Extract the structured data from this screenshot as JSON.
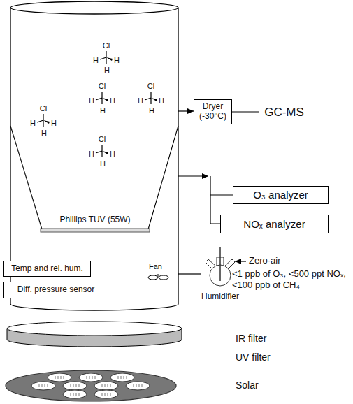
{
  "diagram": {
    "nodes": [
      {
        "text": [
          "Dryer (-30°C)"
        ]
      },
      {
        "text": [
          "GC-MS"
        ]
      },
      {
        "text": [
          "O₃ analyzer"
        ]
      },
      {
        "text": [
          "NOₓ analyzer"
        ]
      },
      {
        "text": [
          "Humidifier"
        ]
      },
      {
        "text": [
          "Temp and rel. hum."
        ]
      },
      {
        "text": [
          "Diff. pressure sensor"
        ]
      }
    ],
    "edges": [
      {
        "from": 0,
        "to": 1,
        "arrow": "none"
      }
    ],
    "labels": [
      "Cl",
      "H",
      "H",
      "H",
      "Cl",
      "H",
      "H",
      "H",
      "Cl",
      "H",
      "H",
      "H",
      "Cl",
      "H",
      "H",
      "H",
      "Cl",
      "H",
      "H",
      "H",
      "Phillips TUV (55W)",
      "Fan",
      "Zero-air",
      "<1 ppb of O₃, <500 ppt NOₓ, <100 ppb of CH₄",
      "IR filter",
      "UV filter",
      "Solar"
    ]
  }
}
